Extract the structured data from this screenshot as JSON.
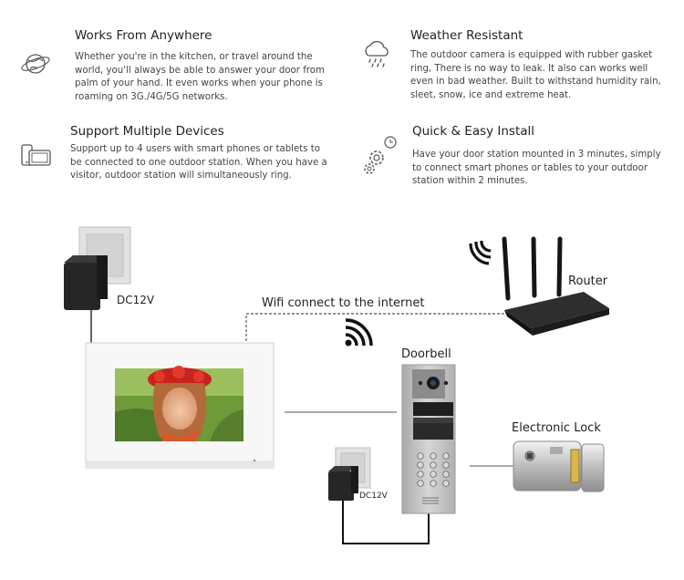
{
  "features": [
    {
      "title": "Works From Anywhere",
      "description": "Whether you're in the kitchen, or travel around the world, you'll always be able to answer your door from palm of your hand. It even works when your phone is roaming on 3G./4G/5G networks.",
      "icon": "globe-icon"
    },
    {
      "title": "Weather Resistant",
      "description": "The outdoor camera is equipped with rubber gasket ring, There is no way to leak. It also can works well even in bad weather. Built to withstand humidity rain, sleet, snow, ice and extreme heat.",
      "icon": "rain-cloud-icon"
    },
    {
      "title": "Support Multiple Devices",
      "description": "Support up to 4 users with smart phones or tablets to be connected to one outdoor station. When you have a visitor, outdoor station will simultaneously ring.",
      "icon": "devices-icon"
    },
    {
      "title": "Quick & Easy Install",
      "description": "Have your door station mounted in 3 minutes, simply to connect smart phones or tables to your outdoor station within 2 minutes.",
      "icon": "gears-clock-icon"
    }
  ],
  "diagram": {
    "power_top_label": "DC12V",
    "power_bottom_label": "DC12V",
    "wifi_label": "Wifi connect to the internet",
    "router_label": "Router",
    "doorbell_label": "Doorbell",
    "lock_label": "Electronic Lock"
  }
}
